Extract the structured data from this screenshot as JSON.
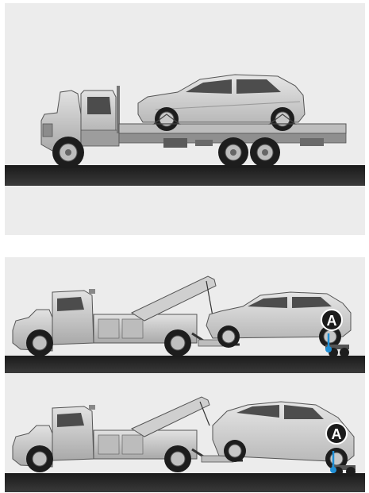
{
  "panels": [
    {
      "id": "flatbed",
      "description_hidden": true
    },
    {
      "id": "wheel-lift-front",
      "callout": "A"
    },
    {
      "id": "wheel-lift-rear",
      "callout": "A"
    }
  ],
  "callouts": {
    "a_label": "A"
  },
  "colors": {
    "panel_bg": "#ececec",
    "ground": "#1c1c1c",
    "truck_body": "#c9c9c9",
    "car_body": "#d6d6d6",
    "dolly_accent": "#1f8fd6"
  }
}
